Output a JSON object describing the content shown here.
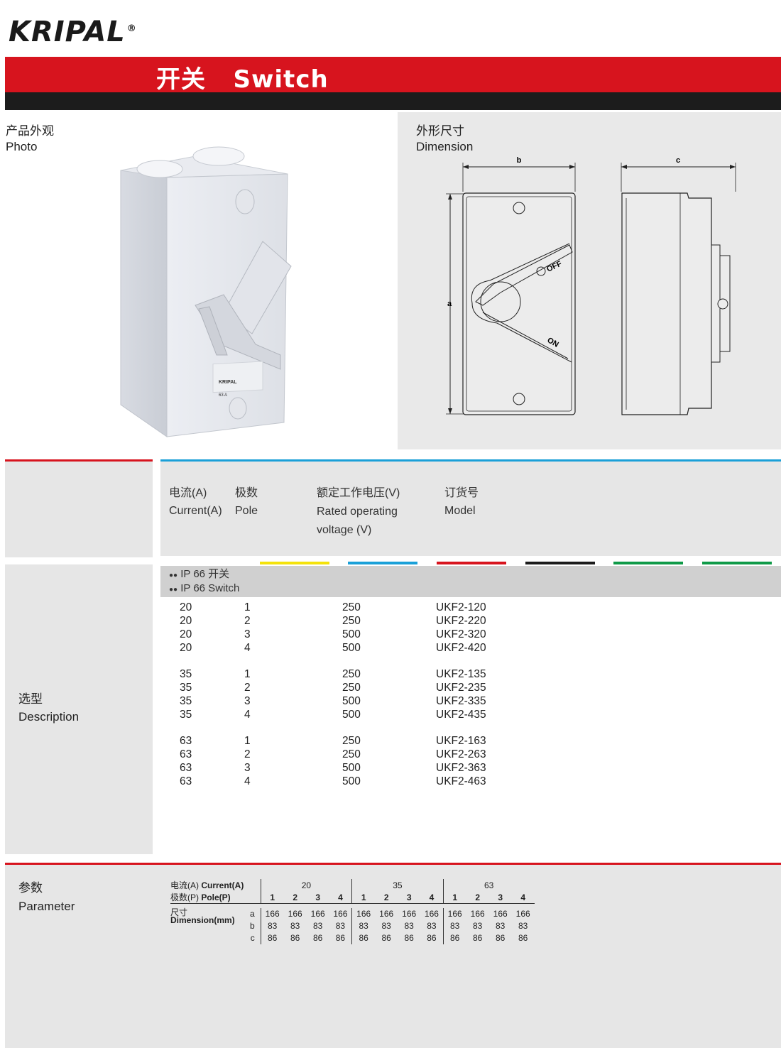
{
  "brand": {
    "name": "KRIPAL",
    "reg": "®"
  },
  "title": "开关   Switch",
  "photo_section": {
    "label_cn": "产品外观",
    "label_en": "Photo",
    "device_brand": "KRIPAL",
    "device_rating": "63 A"
  },
  "dimension_section": {
    "label_cn": "外形尺寸",
    "label_en": "Dimension",
    "dim_a": "a",
    "dim_b": "b",
    "dim_c": "c",
    "off_label": "OFF",
    "on_label": "ON"
  },
  "table_header": {
    "current": {
      "cn": "电流(A)",
      "en": "Current(A)"
    },
    "pole": {
      "cn": "极数",
      "en": "Pole"
    },
    "voltage": {
      "cn": "额定工作电压(V)",
      "en1": "Rated operating",
      "en2": "voltage (V)"
    },
    "model": {
      "cn": "订货号",
      "en": "Model"
    }
  },
  "color_bands": [
    "#f4e20a",
    "#1aa0d8",
    "#d7141e",
    "#1c1c1c",
    "#0f9a48",
    "#0f9a48"
  ],
  "description_section": {
    "label_cn": "选型",
    "label_en": "Description",
    "ip_cn": "IP 66 开关",
    "ip_en": "IP 66 Switch",
    "groups": [
      {
        "rows": [
          {
            "current": "20",
            "pole": "1",
            "voltage": "250",
            "model": "UKF2-120"
          },
          {
            "current": "20",
            "pole": "2",
            "voltage": "250",
            "model": "UKF2-220"
          },
          {
            "current": "20",
            "pole": "3",
            "voltage": "500",
            "model": "UKF2-320"
          },
          {
            "current": "20",
            "pole": "4",
            "voltage": "500",
            "model": "UKF2-420"
          }
        ]
      },
      {
        "rows": [
          {
            "current": "35",
            "pole": "1",
            "voltage": "250",
            "model": "UKF2-135"
          },
          {
            "current": "35",
            "pole": "2",
            "voltage": "250",
            "model": "UKF2-235"
          },
          {
            "current": "35",
            "pole": "3",
            "voltage": "500",
            "model": "UKF2-335"
          },
          {
            "current": "35",
            "pole": "4",
            "voltage": "500",
            "model": "UKF2-435"
          }
        ]
      },
      {
        "rows": [
          {
            "current": "63",
            "pole": "1",
            "voltage": "250",
            "model": "UKF2-163"
          },
          {
            "current": "63",
            "pole": "2",
            "voltage": "250",
            "model": "UKF2-263"
          },
          {
            "current": "63",
            "pole": "3",
            "voltage": "500",
            "model": "UKF2-363"
          },
          {
            "current": "63",
            "pole": "4",
            "voltage": "500",
            "model": "UKF2-463"
          }
        ]
      }
    ]
  },
  "parameter_section": {
    "label_cn": "参数",
    "label_en": "Parameter",
    "current_label_cn": "电流(A)",
    "current_label_en": "Current(A)",
    "pole_label_cn": "极数(P)",
    "pole_label_en": "Pole(P)",
    "dim_label_cn": "尺寸",
    "dim_label_en": "Dimension(mm)",
    "currents": [
      "20",
      "35",
      "63"
    ],
    "poles": [
      "1",
      "2",
      "3",
      "4"
    ],
    "dims": [
      {
        "key": "a",
        "values": [
          "166",
          "166",
          "166",
          "166",
          "166",
          "166",
          "166",
          "166",
          "166",
          "166",
          "166",
          "166"
        ]
      },
      {
        "key": "b",
        "values": [
          "83",
          "83",
          "83",
          "83",
          "83",
          "83",
          "83",
          "83",
          "83",
          "83",
          "83",
          "83"
        ]
      },
      {
        "key": "c",
        "values": [
          "86",
          "86",
          "86",
          "86",
          "86",
          "86",
          "86",
          "86",
          "86",
          "86",
          "86",
          "86"
        ]
      }
    ]
  }
}
